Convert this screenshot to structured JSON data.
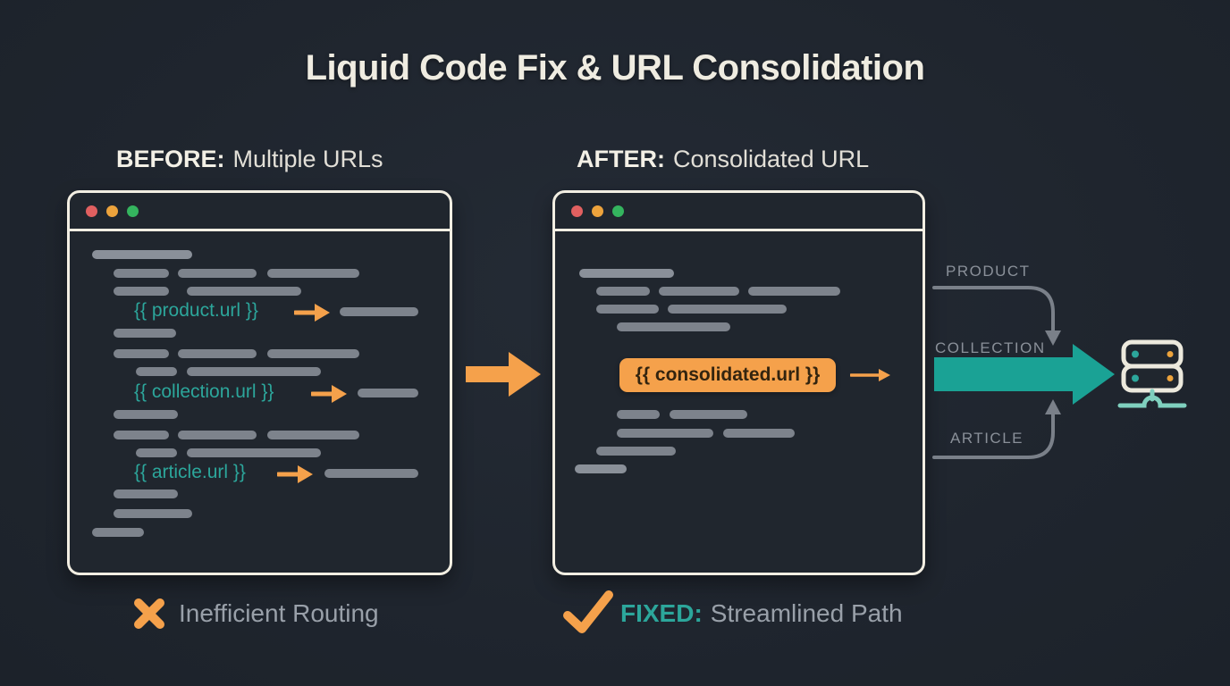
{
  "title": "Liquid Code Fix & URL Consolidation",
  "before": {
    "heading_label": "BEFORE:",
    "heading_text": "Multiple URLs",
    "code_tokens": {
      "product": "{{ product.url }}",
      "collection": "{{ collection.url }}",
      "article": "{{ article.url }}"
    },
    "caption": "Inefficient Routing"
  },
  "after": {
    "heading_label": "AFTER:",
    "heading_text": "Consolidated URL",
    "badge_text": "{{ consolidated.url }}",
    "caption_label": "FIXED:",
    "caption_text": "Streamlined Path"
  },
  "routing": {
    "product_label": "PRODUCT",
    "collection_label": "COLLECTION",
    "article_label": "ARTICLE"
  },
  "colors": {
    "background": "#1f252e",
    "window_border": "#f2eee2",
    "accent_orange": "#f5a14b",
    "accent_teal": "#1aa295",
    "code_teal": "#2ca69b",
    "skeleton_gray": "#7d838c"
  }
}
